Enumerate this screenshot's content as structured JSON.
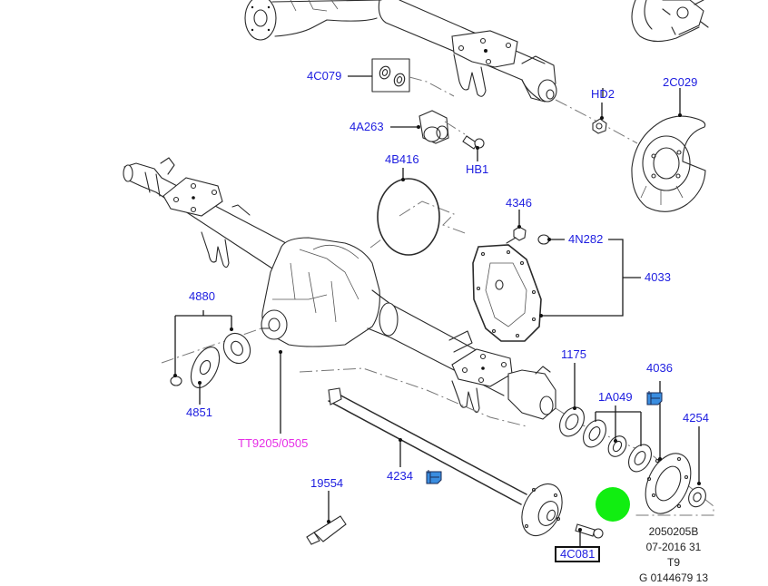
{
  "diagram": {
    "title": "Rear axle exploded view",
    "callouts": {
      "c4C079": "4C079",
      "c4A263": "4A263",
      "cHD2": "HD2",
      "c2C029": "2C029",
      "cHB1": "HB1",
      "c4B416": "4B416",
      "c4346": "4346",
      "c4N282": "4N282",
      "c4033": "4033",
      "c4880": "4880",
      "c4851": "4851",
      "cTT": "TT9205/0505",
      "c1175": "1175",
      "c1A049": "1A049",
      "c4036": "4036",
      "c4254": "4254",
      "c4234": "4234",
      "c19554": "19554",
      "c4C081": "4C081"
    },
    "footer": {
      "line1": "2050205B",
      "line2": "07-2016 31",
      "line3": "T9",
      "line4": "G 0144679 13"
    },
    "colors": {
      "callout": "#1d1de0",
      "special_tool": "#e62ee6",
      "marker": "#11ee11",
      "note_icon": "#3a8de0"
    }
  }
}
